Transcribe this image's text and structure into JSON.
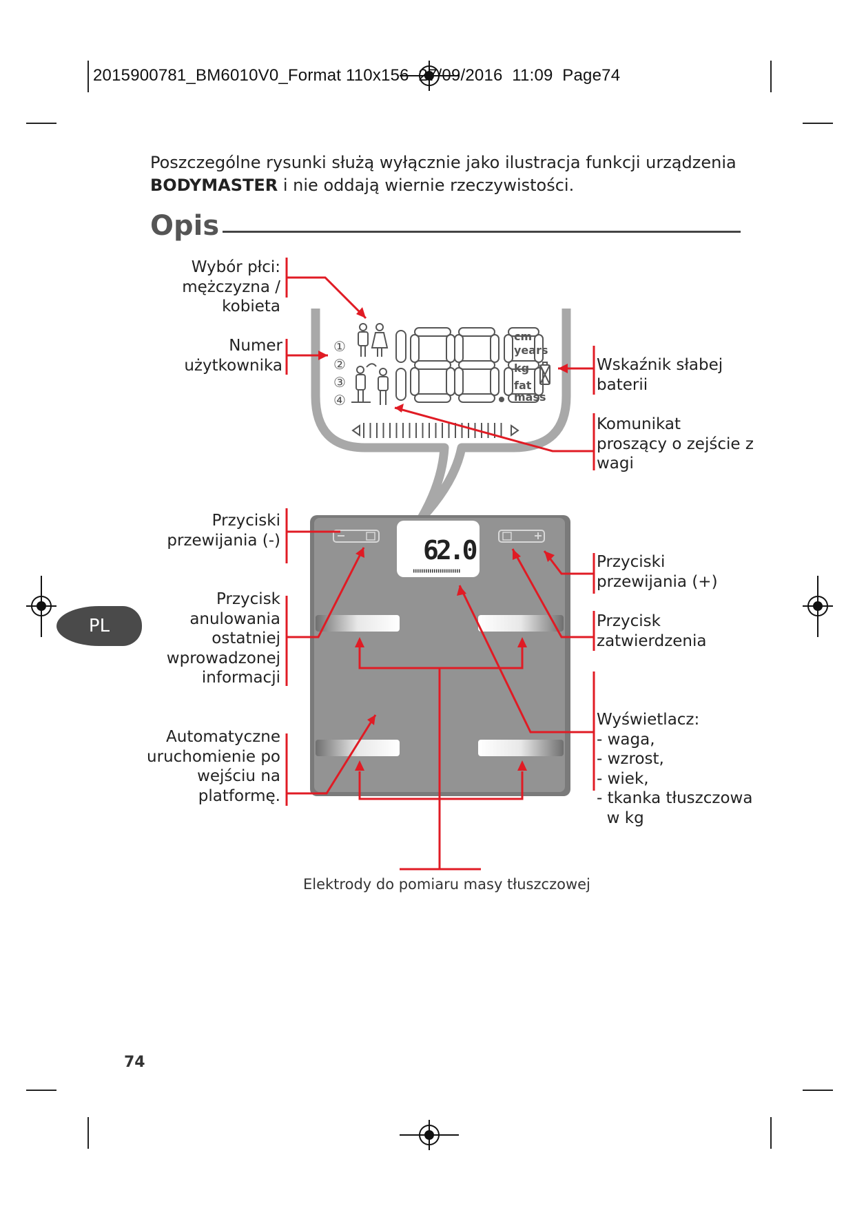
{
  "header": {
    "slug": "2015900781_BM6010V0_Format 110x156  27/09/2016  11:09  Page74"
  },
  "intro": {
    "line1": "Poszczególne rysunki służą wyłącznie  jako ilustracja funkcji urządzenia",
    "brand": "BODYMASTER",
    "line2_rest": " i nie oddają wiernie rzeczywistości."
  },
  "section_title": "Opis",
  "labels_left": {
    "gender": [
      "Wybór płci:",
      "mężczyzna /",
      "kobieta"
    ],
    "user_number": [
      "Numer",
      "użytkownika"
    ],
    "scroll_minus": [
      "Przyciski",
      "przewijania (-)"
    ],
    "cancel": [
      "Przycisk",
      "anulowania",
      "ostatniej",
      "wprowadzonej",
      "informacji"
    ],
    "auto_on": [
      "Automatyczne",
      "uruchomienie po",
      "wejściu na",
      "platformę."
    ]
  },
  "labels_right": {
    "battery": [
      "Wskaźnik słabej",
      "baterii"
    ],
    "step_off": [
      "Komunikat",
      "proszący o zejście z",
      "wagi"
    ],
    "scroll_plus": [
      "Przyciski",
      "przewijania (+)"
    ],
    "confirm": [
      "Przycisk",
      "zatwierdzenia"
    ],
    "display": [
      "Wyświetlacz:",
      "- waga,",
      "- wzrost,",
      "- wiek,",
      "- tkanka tłuszczowa",
      "  w kg"
    ]
  },
  "caption": "Elektrody do pomiaru masy tłuszczowej",
  "lcd": {
    "users": [
      "①",
      "②",
      "③",
      "④"
    ],
    "units": [
      "cm",
      "years",
      "kg",
      "fat",
      "mass"
    ]
  },
  "scale_display": "62.0",
  "language_tab": "PL",
  "page_number": "74",
  "colors": {
    "callout_red": "#e01b24",
    "scale_gray": "#8f8f8f",
    "frame_gray": "#a8a8a8",
    "tab_gray": "#4a4a4a"
  }
}
